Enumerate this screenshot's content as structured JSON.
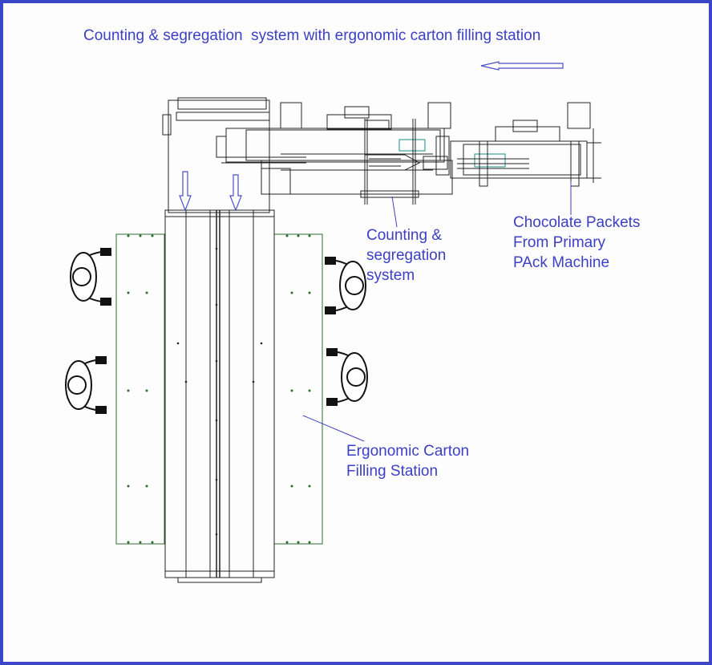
{
  "title": "Counting & segregation  system with ergonomic carton filling station",
  "labels": {
    "counting": [
      "Counting &",
      "segregation",
      "system"
    ],
    "chocolate": [
      "Chocolate Packets",
      "From Primary",
      "PAck Machine"
    ],
    "ergonomic": [
      "Ergonomic Carton",
      "Filling Station"
    ]
  },
  "colors": {
    "frame": "#3b45c8",
    "label_text": "#3b40c4",
    "machine_line": "#222222",
    "table_outline": "#2e6b2e",
    "arrow": "#4a4fc8"
  }
}
